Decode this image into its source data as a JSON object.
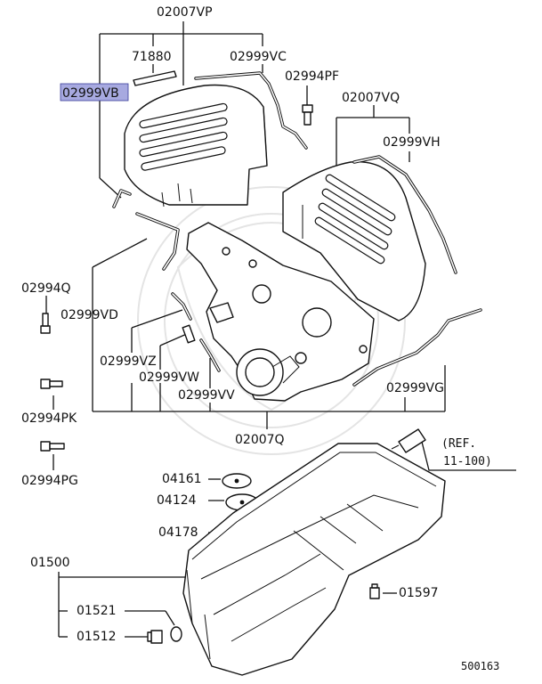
{
  "labels": {
    "p02007VP": "02007VP",
    "p71880": "71880",
    "p02999VC": "02999VC",
    "p02999VB": "02999VB",
    "p02994PF": "02994PF",
    "p02007VQ": "02007VQ",
    "p02999VH": "02999VH",
    "p02994Q": "02994Q",
    "p02999VD": "02999VD",
    "p02999VZ": "02999VZ",
    "p02999VW": "02999VW",
    "p02999VV": "02999VV",
    "p02999VG": "02999VG",
    "p02994PK": "02994PK",
    "p02007Q": "02007Q",
    "p02994PG": "02994PG",
    "p04161": "04161",
    "p04124": "04124",
    "p04178": "04178",
    "p01500": "01500",
    "p01521": "01521",
    "p01512": "01512",
    "p01597": "01597"
  },
  "reference": {
    "line1": "(REF.",
    "line2": "11-100)"
  },
  "diagram_number": "500163",
  "highlight_color": "#a7a9e0"
}
